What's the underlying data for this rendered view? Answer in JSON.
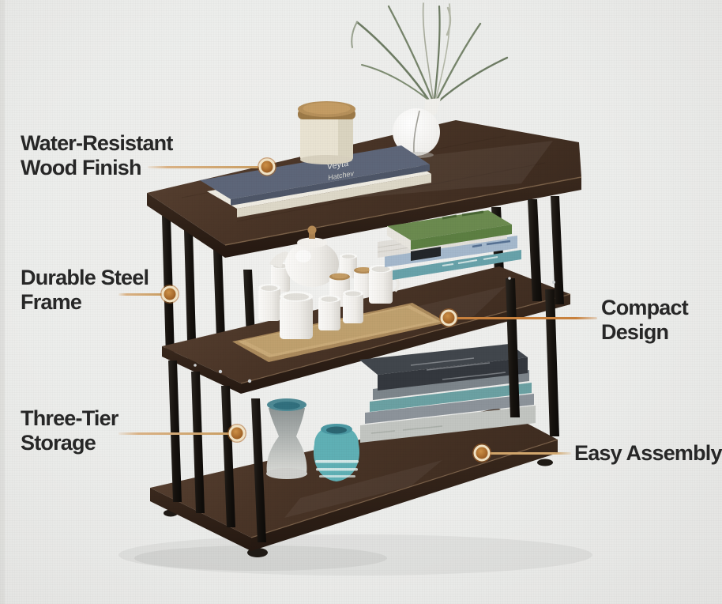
{
  "scene": {
    "kind": "product-feature-infographic",
    "product_name": "Three-Tier Storage Shelf"
  },
  "callouts": [
    {
      "id": "water-resistant-wood-finish",
      "line1": "Water-Resistant",
      "line2": "Wood Finish",
      "target": "top-shelf-wood-surface"
    },
    {
      "id": "durable-steel-frame",
      "line1": "Durable Steel",
      "line2": "Frame",
      "target": "left-steel-post"
    },
    {
      "id": "three-tier-storage",
      "line1": "Three-Tier",
      "line2": "Storage",
      "target": "lower-left-steel-post"
    },
    {
      "id": "compact-design",
      "line1": "Compact",
      "line2": "Design",
      "target": "middle-shelf-front-edge"
    },
    {
      "id": "easy-assembly",
      "line1": "Easy Assembly",
      "line2": "",
      "target": "bottom-shelf-front-edge"
    }
  ],
  "decor": {
    "book_cover_line1": "Veytá",
    "book_cover_line2": "Hatchev"
  },
  "items": [
    "grass-plant",
    "flower-vase",
    "storage-canister",
    "decor-book",
    "tea-set",
    "wooden-tray",
    "middle-book-stack",
    "bottom-book-stack",
    "gray-vase",
    "teal-striped-vase"
  ],
  "palette": {
    "background": "#ecedeb",
    "label_text": "#272727",
    "wood": "#4a3527",
    "wood_edge": "#33241a",
    "steel_frame": "#17130f",
    "callout_dot": "#b4702e",
    "callout_dot_ring": "#f0e2c4",
    "leader_line": "#d9b184",
    "leader_line_strong": "#c8813d"
  }
}
